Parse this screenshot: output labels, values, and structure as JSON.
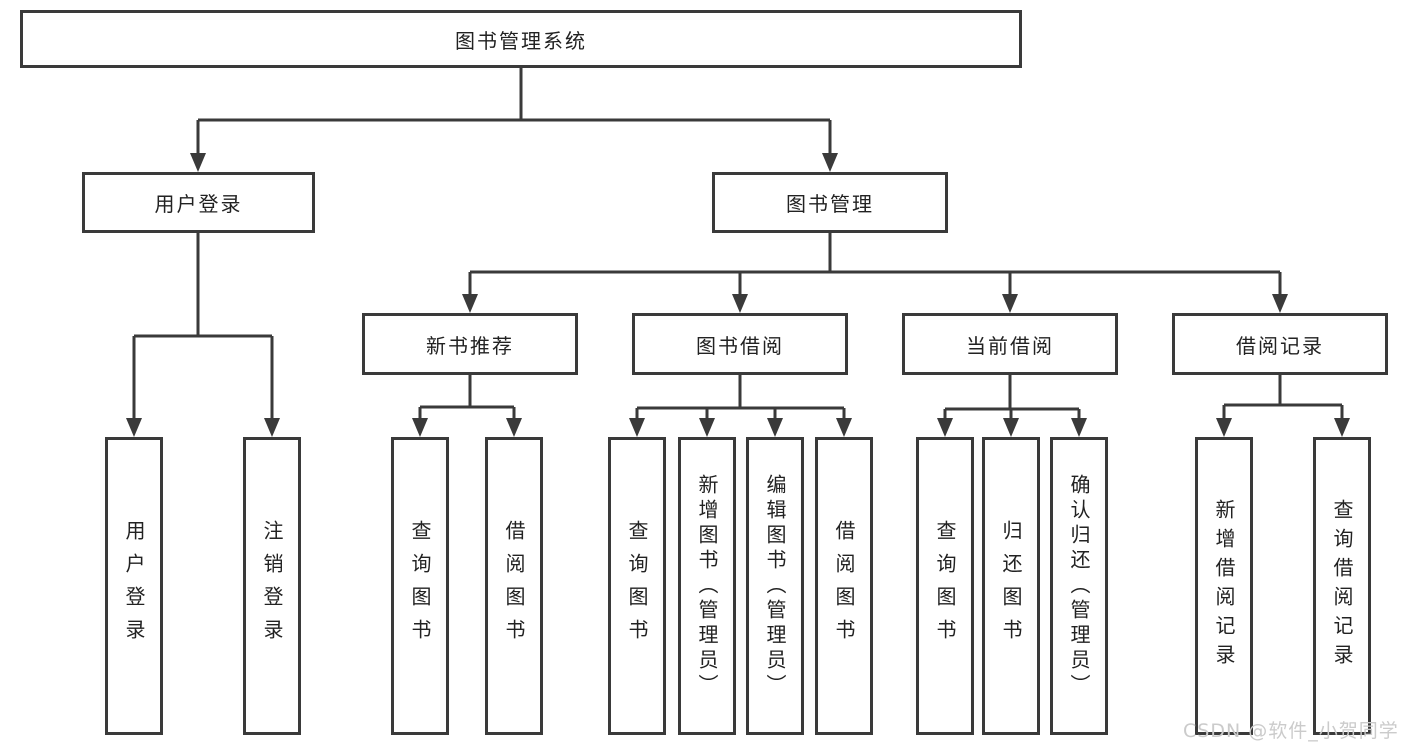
{
  "diagram": {
    "type": "hierarchy",
    "root": {
      "label": "图书管理系统",
      "children": [
        {
          "label": "用户登录",
          "children": [
            {
              "label": "用户登录"
            },
            {
              "label": "注销登录"
            }
          ]
        },
        {
          "label": "图书管理",
          "children": [
            {
              "label": "新书推荐",
              "children": [
                {
                  "label": "查询图书"
                },
                {
                  "label": "借阅图书"
                }
              ]
            },
            {
              "label": "图书借阅",
              "children": [
                {
                  "label": "查询图书"
                },
                {
                  "label": "新增图书（管理员）"
                },
                {
                  "label": "编辑图书（管理员）"
                },
                {
                  "label": "借阅图书"
                }
              ]
            },
            {
              "label": "当前借阅",
              "children": [
                {
                  "label": "查询图书"
                },
                {
                  "label": "归还图书"
                },
                {
                  "label": "确认归还（管理员）"
                }
              ]
            },
            {
              "label": "借阅记录",
              "children": [
                {
                  "label": "新增借阅记录"
                },
                {
                  "label": "查询借阅记录"
                }
              ]
            }
          ]
        }
      ]
    },
    "line_color": "#3a3a3a",
    "text_color": "#222222",
    "background": "#ffffff"
  },
  "watermark": {
    "text": "CSDN @软件_小贺同学",
    "color": "#cbcbcb"
  }
}
